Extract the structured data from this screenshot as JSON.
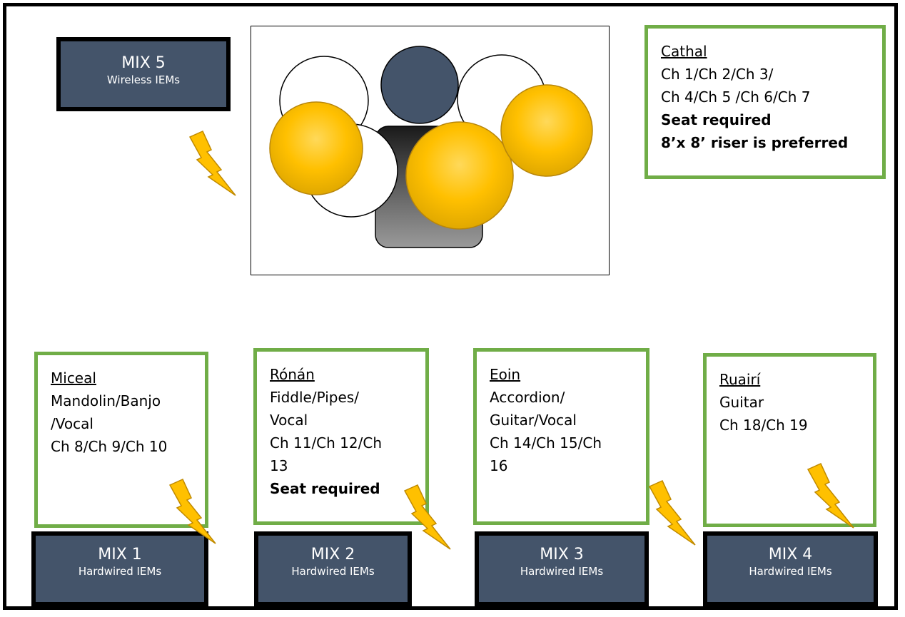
{
  "mixes": [
    {
      "title": "MIX 5",
      "subtitle": "Wireless IEMs"
    },
    {
      "title": "MIX 1",
      "subtitle": "Hardwired IEMs"
    },
    {
      "title": "MIX 2",
      "subtitle": "Hardwired IEMs"
    },
    {
      "title": "MIX 3",
      "subtitle": "Hardwired IEMs"
    },
    {
      "title": "MIX 4",
      "subtitle": "Hardwired IEMs"
    }
  ],
  "cathal": {
    "name": "Cathal",
    "lines": [
      "Ch 1/Ch 2/Ch 3/",
      "Ch 4/Ch 5 /Ch 6/Ch 7"
    ],
    "bold": [
      "Seat required",
      "8’x 8’ riser is preferred"
    ]
  },
  "miceal": {
    "name": "Miceal",
    "lines": [
      "Mandolin/Banjo",
      "/Vocal",
      "Ch 8/Ch 9/Ch 10"
    ]
  },
  "ronan": {
    "name": "Rónán",
    "lines": [
      "Fiddle/Pipes/",
      "Vocal",
      "Ch 11/Ch 12/Ch",
      "13"
    ],
    "bold": [
      "Seat required"
    ]
  },
  "eoin": {
    "name": "Eoin",
    "lines": [
      "Accordion/",
      "Guitar/Vocal",
      "Ch 14/Ch 15/Ch",
      "16"
    ]
  },
  "ruairi": {
    "name": "Ruairí",
    "lines": [
      "Guitar",
      "Ch 18/Ch 19"
    ]
  },
  "colors": {
    "mix_box": "#44546a",
    "card_border": "#70ad47",
    "cymbal": "#ffc000",
    "drum_shell": "#44546a"
  }
}
